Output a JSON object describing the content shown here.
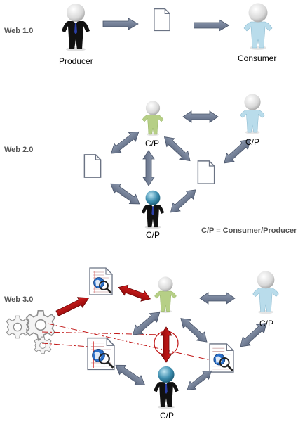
{
  "sections": {
    "web1": {
      "title": "Web 1.0",
      "producer_label": "Producer",
      "consumer_label": "Consumer"
    },
    "web2": {
      "title": "Web 2.0",
      "cp_top": "C/P",
      "cp_right": "C/P",
      "cp_bottom": "C/P",
      "legend": "C/P = Consumer/Producer"
    },
    "web3": {
      "title": "Web 3.0",
      "cp_right": "C/P",
      "cp_bottom": "C/P"
    }
  },
  "colors": {
    "arrow": "#6f7c92",
    "arrow_edge": "#4a556a",
    "red_arrow": "#b40d0d",
    "suit": "#111111",
    "tie": "#2b3fa8",
    "green_figure": "#b6cf86",
    "blue_figure": "#b9dceb",
    "head_gradient": "#c9c9c9",
    "teal_head": "#3f8fb0",
    "gear": "#9c9c9c",
    "dashdot": "#c21818"
  }
}
